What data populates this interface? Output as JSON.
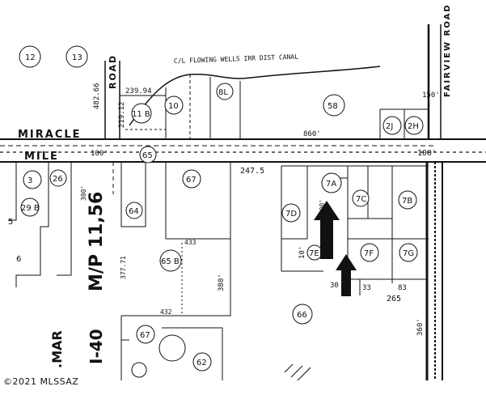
{
  "roads": {
    "miracle": "MIRACLE",
    "mile": "MILE",
    "road_vertical": "ROAD",
    "fairview": "FAIRVIEW ROAD"
  },
  "canal_label": "C/L FLOWING WELLS IRR DIST CANAL",
  "map_note": "M/P 11,56",
  "interstate": "I-40",
  "mar_label": ".MAR",
  "parcels": {
    "p12": "12",
    "p13": "13",
    "p11b": "11 B",
    "p10": "10",
    "p8l": "8L",
    "p58": "58",
    "p2j": "2J",
    "p2h": "2H",
    "p65": "65",
    "p67": "67",
    "p64": "64",
    "p65b": "65 B",
    "p66": "66",
    "p7a": "7A",
    "p7b": "7B",
    "p7c": "7C",
    "p7d": "7D",
    "p7e": "7E",
    "p7f": "7F",
    "p7g": "7G",
    "p29b": "29 B",
    "p26": "26",
    "p3": "3",
    "p62": "62",
    "p67b": "67",
    "p5": "5",
    "p6": "6"
  },
  "dims": {
    "d23994": "239.94",
    "d21912": "219.12",
    "d48266": "482.66",
    "d860": "860'",
    "d2475": "247.5",
    "d100": "100'",
    "d100b": "100'",
    "d150": "150'",
    "d1": "10'",
    "d33": "33",
    "d83": "83",
    "d30": "30",
    "d265": "265",
    "d360": "360'",
    "d432": "432",
    "d433": "433",
    "d37771": "377.71",
    "d380": "380'",
    "d1600": "1600'",
    "d300": "300'"
  },
  "watermark": "©2021 MLSSAZ",
  "colors": {
    "ink": "#111111",
    "paper": "#ffffff"
  }
}
